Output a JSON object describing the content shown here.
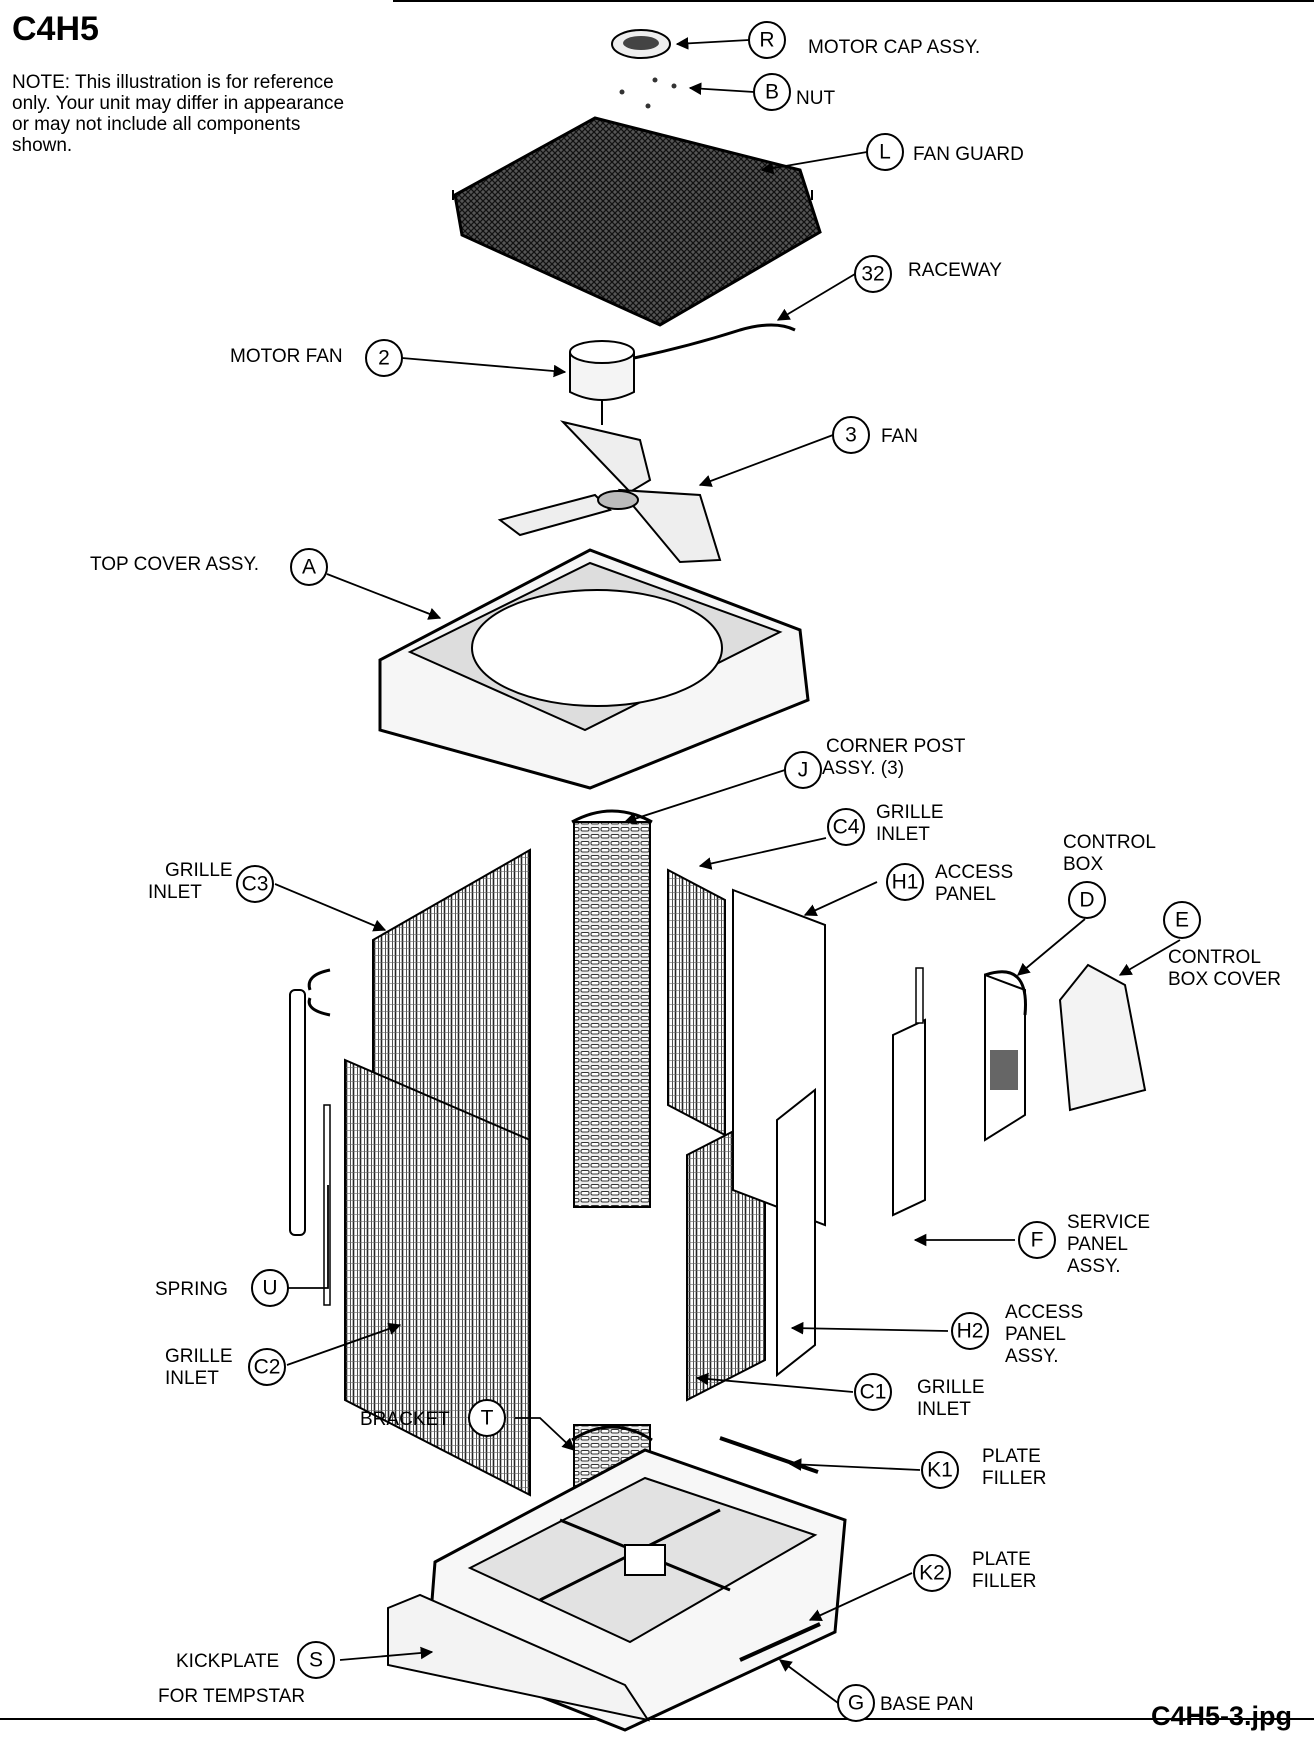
{
  "title": "C4H5",
  "note": "NOTE: This illustration is for reference only. Your unit may differ in appearance or may not include all components shown.",
  "filename": "C4H5-3.jpg",
  "callouts": {
    "R": {
      "code": "R",
      "label": "MOTOR CAP ASSY."
    },
    "B": {
      "code": "B",
      "label": "NUT"
    },
    "L": {
      "code": "L",
      "label": "FAN GUARD"
    },
    "n32": {
      "code": "32",
      "label": "RACEWAY"
    },
    "n2": {
      "code": "2",
      "label": "MOTOR FAN"
    },
    "n3": {
      "code": "3",
      "label": "FAN"
    },
    "A": {
      "code": "A",
      "label": "TOP COVER ASSY."
    },
    "J": {
      "code": "J",
      "line1": "CORNER POST",
      "line2": "ASSY. (3)"
    },
    "C4": {
      "code": "C4",
      "line1": "GRILLE",
      "line2": "INLET"
    },
    "C3": {
      "code": "C3",
      "line1": "GRILLE",
      "line2": "INLET"
    },
    "H1": {
      "code": "H1",
      "line1": "ACCESS",
      "line2": "PANEL"
    },
    "D": {
      "code": "D",
      "line1": "CONTROL",
      "line2": "BOX"
    },
    "E": {
      "code": "E",
      "line1": "CONTROL",
      "line2": "BOX COVER"
    },
    "F": {
      "code": "F",
      "line1": "SERVICE",
      "line2": "PANEL",
      "line3": "ASSY."
    },
    "U": {
      "code": "U",
      "label": "SPRING"
    },
    "H2": {
      "code": "H2",
      "line1": "ACCESS",
      "line2": "PANEL",
      "line3": "ASSY."
    },
    "C2": {
      "code": "C2",
      "line1": "GRILLE",
      "line2": "INLET"
    },
    "C1": {
      "code": "C1",
      "line1": "GRILLE",
      "line2": "INLET"
    },
    "T": {
      "code": "T",
      "label": "BRACKET"
    },
    "K1": {
      "code": "K1",
      "line1": "PLATE",
      "line2": "FILLER"
    },
    "K2": {
      "code": "K2",
      "line1": "PLATE",
      "line2": "FILLER"
    },
    "S": {
      "code": "S",
      "line1": "KICKPLATE",
      "line2": "FOR TEMPSTAR"
    },
    "G": {
      "code": "G",
      "label": "BASE PAN"
    }
  }
}
